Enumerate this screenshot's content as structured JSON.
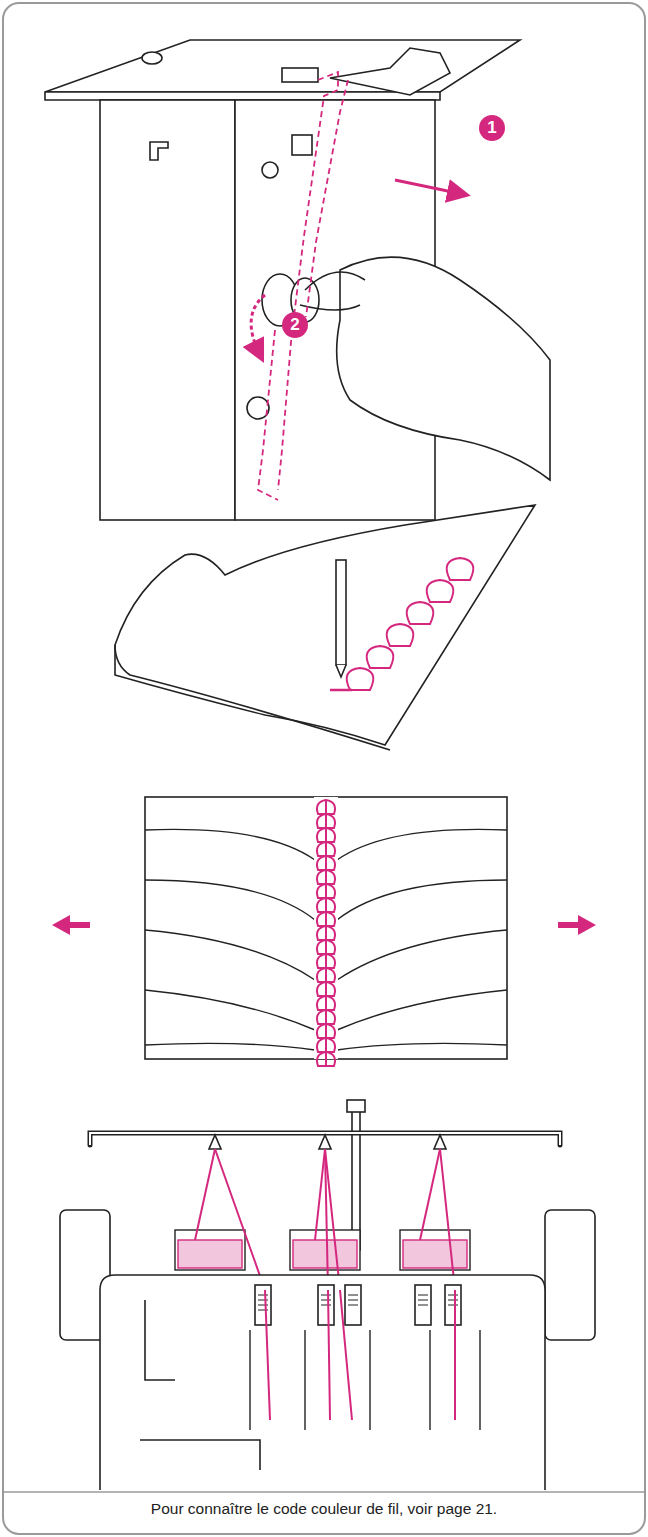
{
  "diagram": {
    "caption": "Pour connaître le code couleur de fil, voir page 21.",
    "labels": [
      "1",
      "2"
    ]
  }
}
